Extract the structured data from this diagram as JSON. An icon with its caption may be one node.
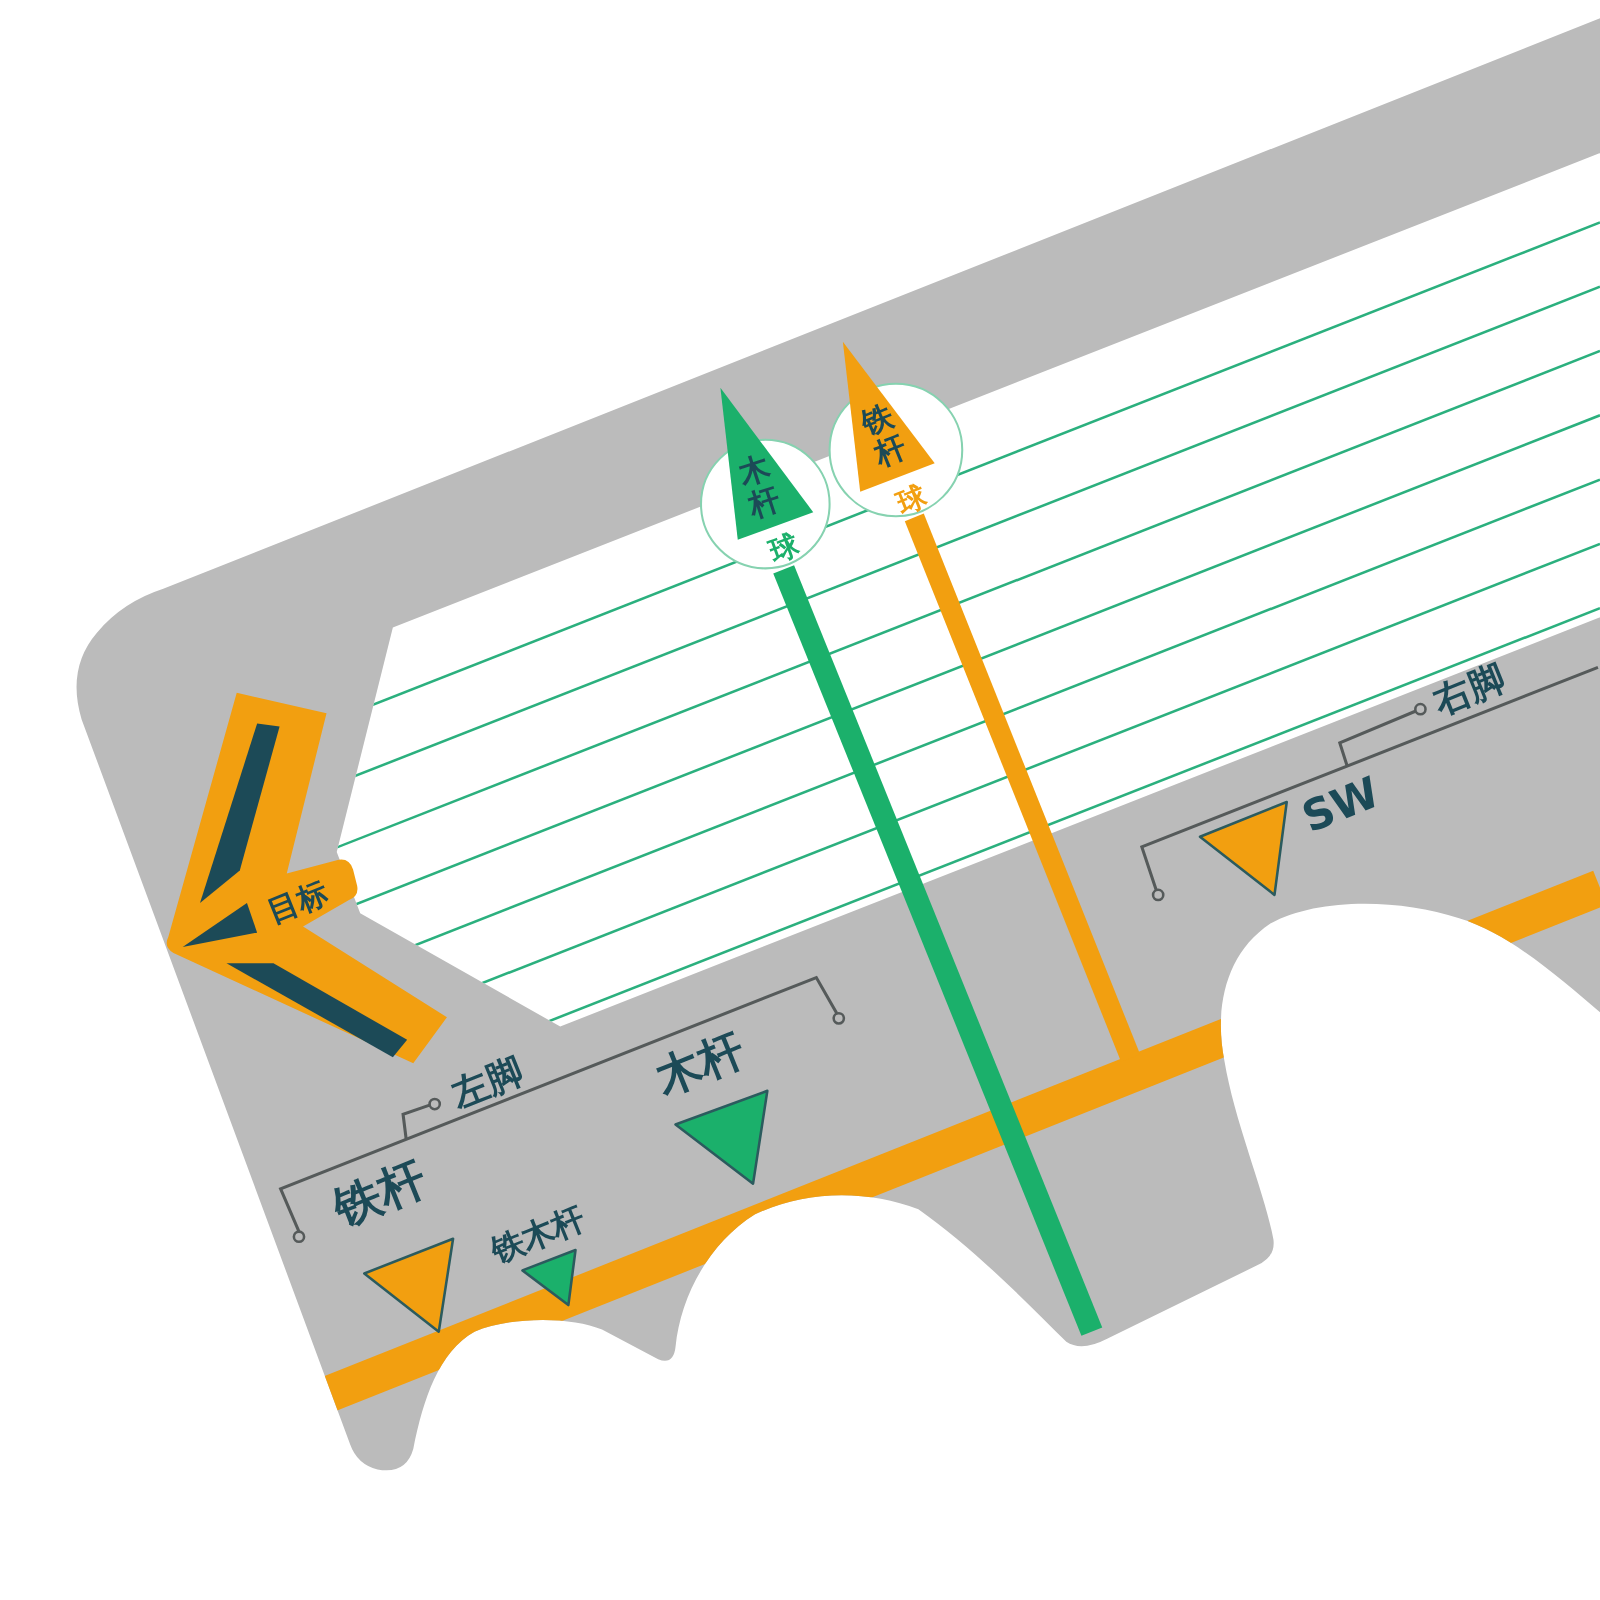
{
  "diagram": {
    "nodes": [
      {
        "text": [
          "目标"
        ]
      },
      {
        "text": [
          "木杆",
          "球"
        ]
      },
      {
        "text": [
          "铁杆",
          "球"
        ]
      }
    ],
    "labels": [
      "右脚",
      "SW",
      "左脚",
      "木杆",
      "铁杆",
      "铁木杆"
    ]
  }
}
